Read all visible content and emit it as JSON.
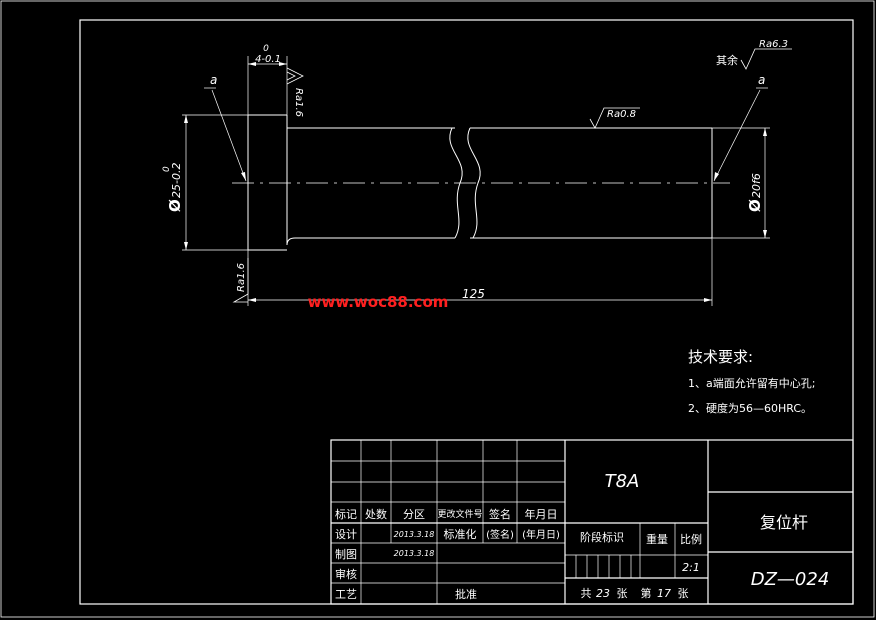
{
  "colors": {
    "background": "#000000",
    "lines": "#ffffff",
    "watermark": "#ff2020"
  },
  "drawing": {
    "tol_upper_left": "0",
    "tol_lower_left": "4-0.1",
    "rough_left_top": "Ra1.6",
    "rough_left_bottom": "Ra1.6",
    "label_a_left": "a",
    "label_a_right": "a",
    "dia_big_symbol": "Ø",
    "dia_big_value": "25-0.2",
    "dia_big_upper": "0",
    "dia_small_symbol": "Ø",
    "dia_small_value": "20f6",
    "rough_mid": "Ra0.8",
    "rough_rest_prefix": "其余",
    "rough_rest_value": "Ra6.3",
    "length_125": "125"
  },
  "watermark": "www.woc88.com",
  "tech": {
    "title": "技术要求:",
    "line1": "1、a端面允许留有中心孔;",
    "line2": "2、硬度为56—60HRC。"
  },
  "titleblock": {
    "material": "T8A",
    "part_name": "复位杆",
    "drawing_no": "DZ—024",
    "h_biaoji": "标记",
    "h_chushu": "处数",
    "h_fenqu": "分区",
    "h_gengai": "更改文件号",
    "h_qianming": "签名",
    "h_nianyueri": "年月日",
    "sheji": "设计",
    "sheji_date": "2013.3.18",
    "biaozhunhua": "标准化",
    "qianming_p": "(签名)",
    "nianyueri_p": "(年月日)",
    "zhitu": "制图",
    "zhitu_date": "2013.3.18",
    "shenhe": "审核",
    "gongyi": "工艺",
    "pizhun": "批准",
    "jieduan": "阶段标识",
    "zhongliang": "重量",
    "bili": "比例",
    "scale": "2:1",
    "gong": "共",
    "total": "23",
    "zhang1": "张",
    "di": "第",
    "sheet": "17",
    "zhang2": "张"
  }
}
